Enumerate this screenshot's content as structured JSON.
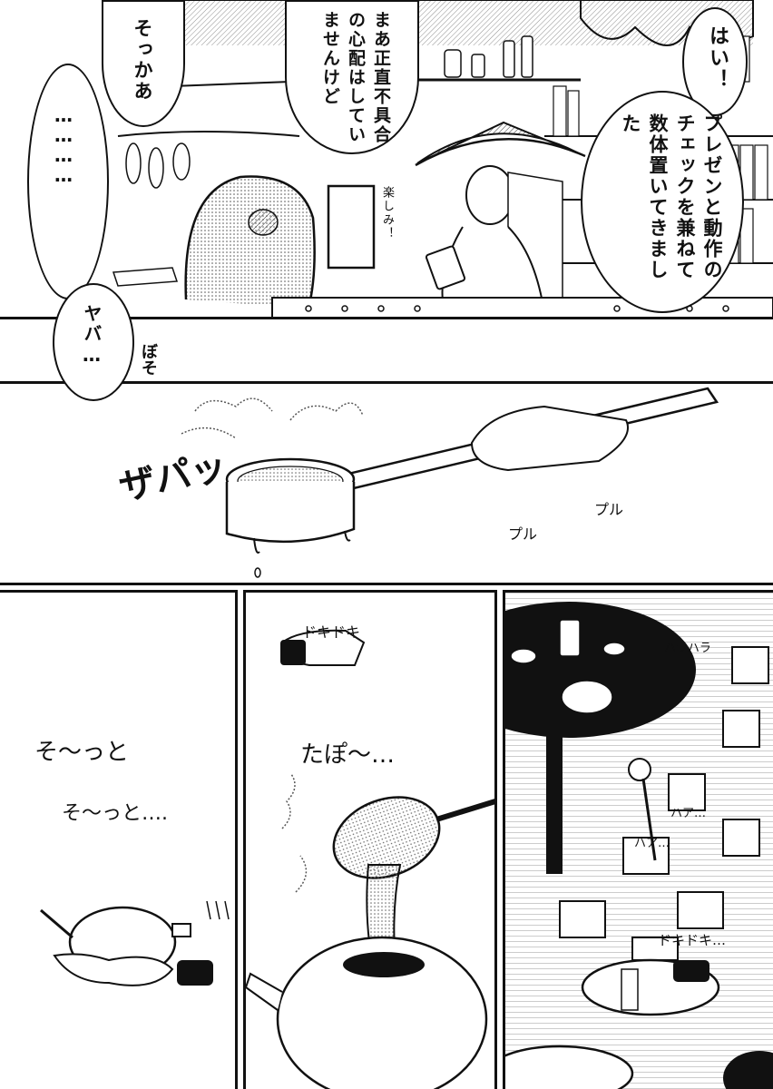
{
  "panel1": {
    "bubble_hai": "はい！",
    "bubble_present": "プレゼンと動作のチェックを兼ねて数体置いてきました",
    "bubble_maa": "まあ正直不具合の心配はしていませんけど",
    "bubble_sokka": "そっかあ",
    "bubble_dots": "…………",
    "sign_tanoshimi": "楽しみ！",
    "bubble_yaba": "ヤバ…",
    "sfx_boso": "ぼそ"
  },
  "panel2": {
    "sfx_zapa": "ザパッ",
    "sfx_puru1": "プル",
    "sfx_puru2": "プル"
  },
  "panel3": {
    "sfx_soo1": "そ〜っと",
    "sfx_soo2": "そ〜っと….",
    "sfx_dokidoki": "ドキドキ",
    "sfx_tapo": "たぽ〜…"
  },
  "panel4": {
    "sfx_hara": "ハラハラ",
    "sfx_haa1": "ハア…",
    "sfx_haa2": "ハア…",
    "sfx_dokidoki": "ドキドキ…"
  }
}
